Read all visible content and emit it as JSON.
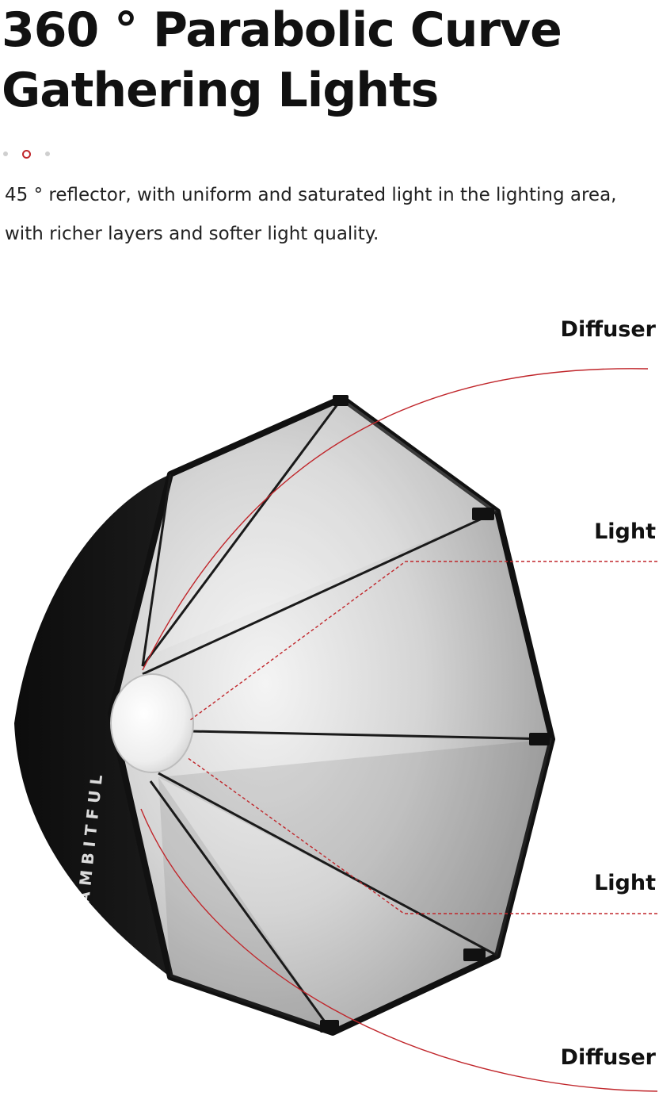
{
  "headline": {
    "line1": "360 ° Parabolic Curve",
    "line2": "Gathering Lights"
  },
  "carousel": {
    "count": 3,
    "active_index": 1
  },
  "description": {
    "line1": "45 ° reflector, with uniform and saturated light in the lighting area,",
    "line2": "with richer layers and softer light quality."
  },
  "callouts": {
    "diffuser_top": "Diffuser",
    "light_top": "Light",
    "light_bottom": "Light",
    "diffuser_bottom": "Diffuser"
  },
  "colors": {
    "accent": "#c0262b",
    "softbox_frame": "#111111",
    "reflector_silver": "#d9d9d9"
  },
  "icons": {
    "softbox": "octagonal-softbox-illustration"
  }
}
